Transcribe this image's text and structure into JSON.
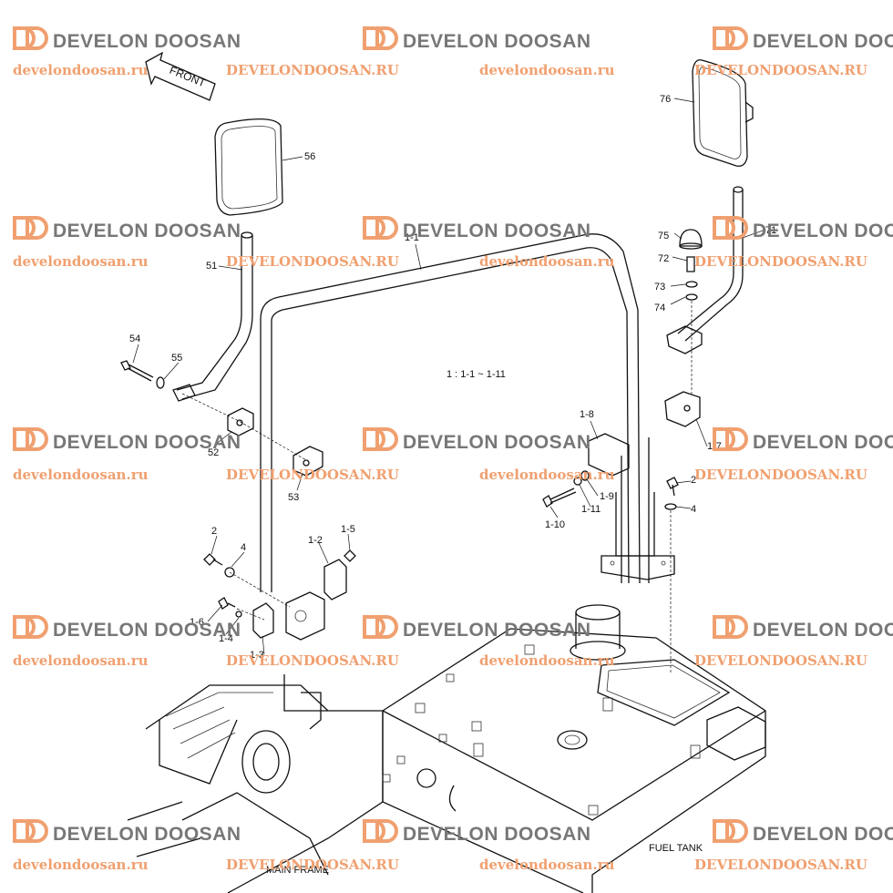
{
  "diagram": {
    "range_label": "1 : 1-1 ~ 1-11",
    "front_arrow": "FRONT",
    "area_labels": {
      "main_frame": "MAIN FRAME",
      "fuel_tank": "FUEL TANK"
    },
    "parts": [
      {
        "id": "56"
      },
      {
        "id": "76"
      },
      {
        "id": "1-1"
      },
      {
        "id": "75"
      },
      {
        "id": "71"
      },
      {
        "id": "72"
      },
      {
        "id": "73"
      },
      {
        "id": "74"
      },
      {
        "id": "51"
      },
      {
        "id": "54"
      },
      {
        "id": "55"
      },
      {
        "id": "52"
      },
      {
        "id": "53"
      },
      {
        "id": "1-8"
      },
      {
        "id": "1-7"
      },
      {
        "id": "2"
      },
      {
        "id": "4"
      },
      {
        "id": "1-9"
      },
      {
        "id": "1-11"
      },
      {
        "id": "1-10"
      },
      {
        "id": "2"
      },
      {
        "id": "4"
      },
      {
        "id": "1-2"
      },
      {
        "id": "1-5"
      },
      {
        "id": "1-6"
      },
      {
        "id": "1-4"
      },
      {
        "id": "1-3"
      }
    ]
  },
  "watermark": {
    "brand": "DEVELON DOOSAN",
    "url_lower": "develondoosan.ru",
    "url_upper": "DEVELONDOOSAN.RU",
    "brand_color": "#777777",
    "logo_color": "#f0a070",
    "url_color": "#f0a070"
  }
}
